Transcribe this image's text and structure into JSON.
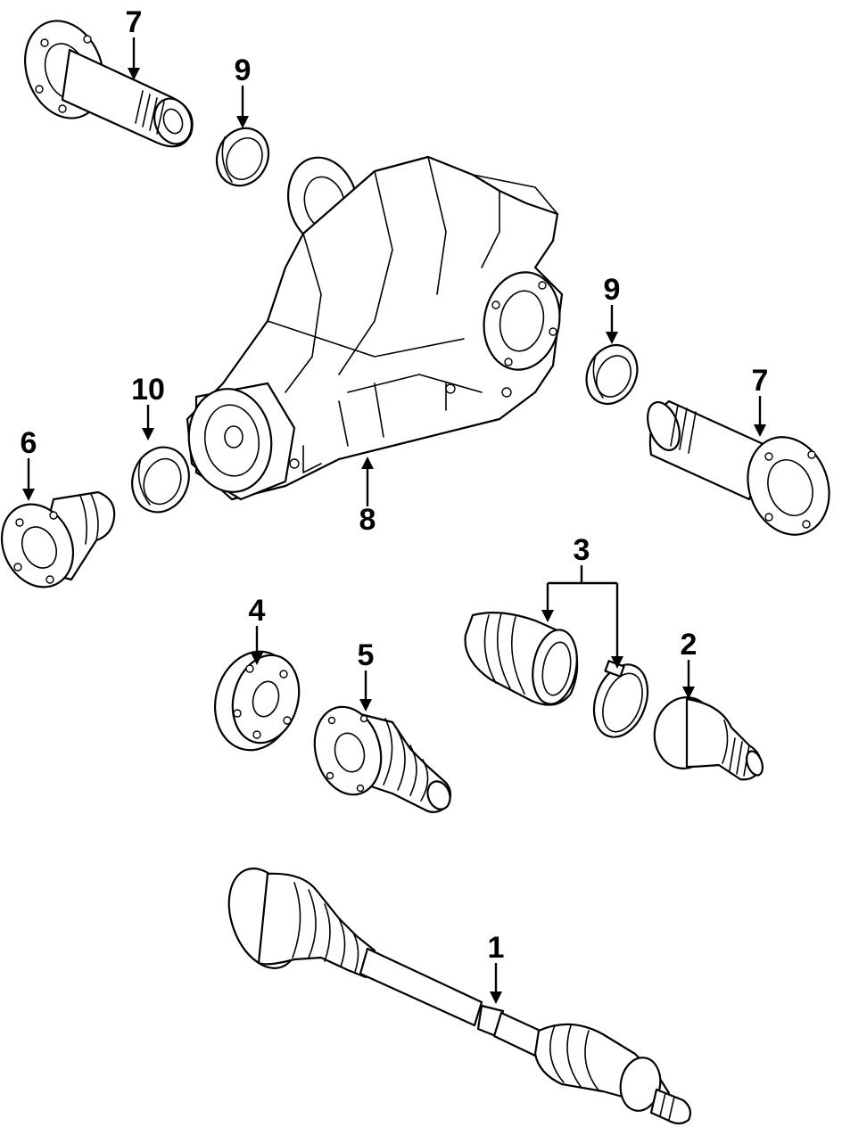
{
  "callouts": {
    "c1": "1",
    "c2": "2",
    "c3": "3",
    "c4": "4",
    "c5": "5",
    "c6": "6",
    "c7a": "7",
    "c7b": "7",
    "c8": "8",
    "c9a": "9",
    "c9b": "9",
    "c10": "10"
  },
  "colors": {
    "ink": "#000000",
    "paper": "#ffffff"
  }
}
